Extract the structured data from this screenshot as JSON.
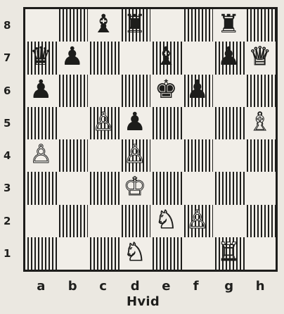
{
  "diagram": {
    "caption": "Hvid",
    "files": [
      "a",
      "b",
      "c",
      "d",
      "e",
      "f",
      "g",
      "h"
    ],
    "ranks": [
      "8",
      "7",
      "6",
      "5",
      "4",
      "3",
      "2",
      "1"
    ],
    "pieces": [
      {
        "square": "c8",
        "color": "black",
        "type": "bishop",
        "glyph": "♝"
      },
      {
        "square": "d8",
        "color": "black",
        "type": "rook",
        "glyph": "♜"
      },
      {
        "square": "g8",
        "color": "black",
        "type": "rook",
        "glyph": "♜"
      },
      {
        "square": "a7",
        "color": "black",
        "type": "queen",
        "glyph": "♛"
      },
      {
        "square": "b7",
        "color": "black",
        "type": "pawn",
        "glyph": "♟"
      },
      {
        "square": "e7",
        "color": "black",
        "type": "bishop",
        "glyph": "♝"
      },
      {
        "square": "g7",
        "color": "black",
        "type": "pawn",
        "glyph": "♟"
      },
      {
        "square": "h7",
        "color": "white",
        "type": "queen",
        "glyph": "♕"
      },
      {
        "square": "a6",
        "color": "black",
        "type": "pawn",
        "glyph": "♟"
      },
      {
        "square": "e6",
        "color": "black",
        "type": "king",
        "glyph": "♚"
      },
      {
        "square": "f6",
        "color": "black",
        "type": "pawn",
        "glyph": "♟"
      },
      {
        "square": "c5",
        "color": "white",
        "type": "pawn",
        "glyph": "♙"
      },
      {
        "square": "d5",
        "color": "black",
        "type": "pawn",
        "glyph": "♟"
      },
      {
        "square": "h5",
        "color": "white",
        "type": "bishop",
        "glyph": "♗"
      },
      {
        "square": "a4",
        "color": "white",
        "type": "pawn",
        "glyph": "♙"
      },
      {
        "square": "d4",
        "color": "white",
        "type": "pawn",
        "glyph": "♙"
      },
      {
        "square": "d3",
        "color": "white",
        "type": "king",
        "glyph": "♔"
      },
      {
        "square": "e2",
        "color": "white",
        "type": "knight",
        "glyph": "♘"
      },
      {
        "square": "f2",
        "color": "white",
        "type": "pawn",
        "glyph": "♙"
      },
      {
        "square": "d1",
        "color": "white",
        "type": "knight",
        "glyph": "♘"
      },
      {
        "square": "g1",
        "color": "white",
        "type": "rook",
        "glyph": "♖"
      }
    ]
  }
}
